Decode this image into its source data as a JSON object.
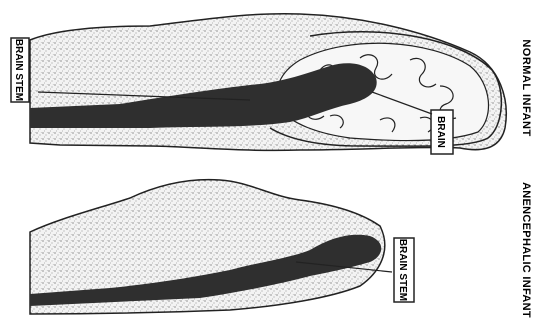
{
  "diagram": {
    "panels": [
      {
        "id": "normal",
        "side_title": "NORMAL INFANT",
        "labels": {
          "brain_stem": "BRAIN STEM",
          "brain": "BRAIN"
        }
      },
      {
        "id": "anencephalic",
        "side_title": "ANENCEPHALIC INFANT",
        "labels": {
          "brain_stem": "BRAIN STEM"
        }
      }
    ]
  },
  "colors": {
    "ink": "#222222",
    "stipple_bg": "#f3f3f3",
    "paper": "#ffffff"
  }
}
